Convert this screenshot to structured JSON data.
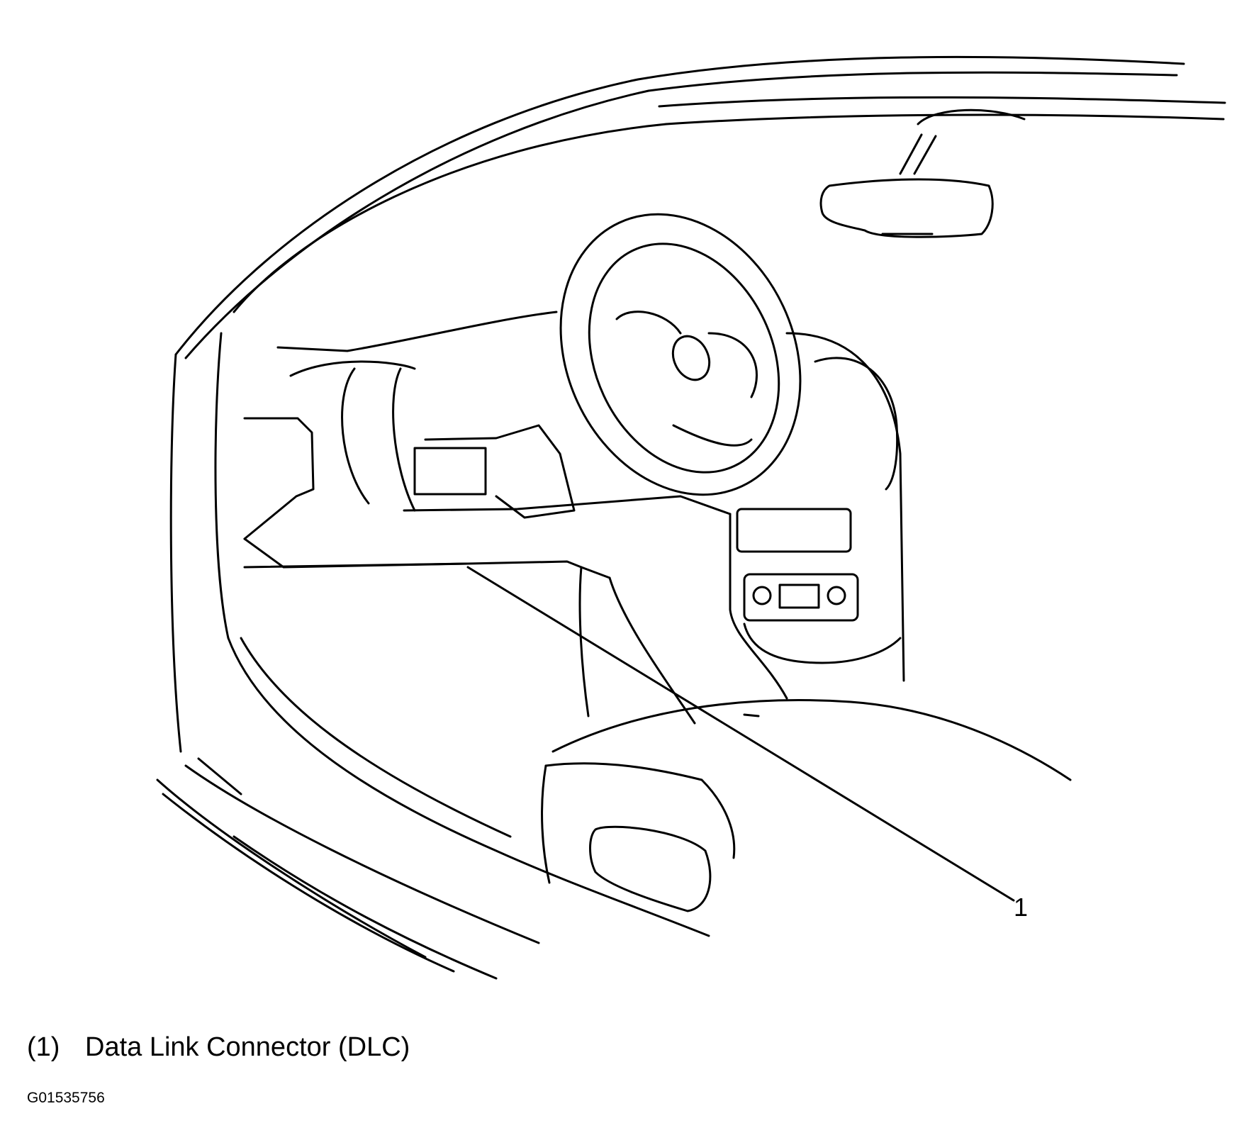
{
  "diagram": {
    "callouts": [
      {
        "number": "1",
        "label": "Data Link Connector (DLC)"
      }
    ],
    "legend": [
      {
        "number": "(1)",
        "text": "Data Link Connector (DLC)"
      }
    ],
    "figure_id": "G01535756"
  }
}
